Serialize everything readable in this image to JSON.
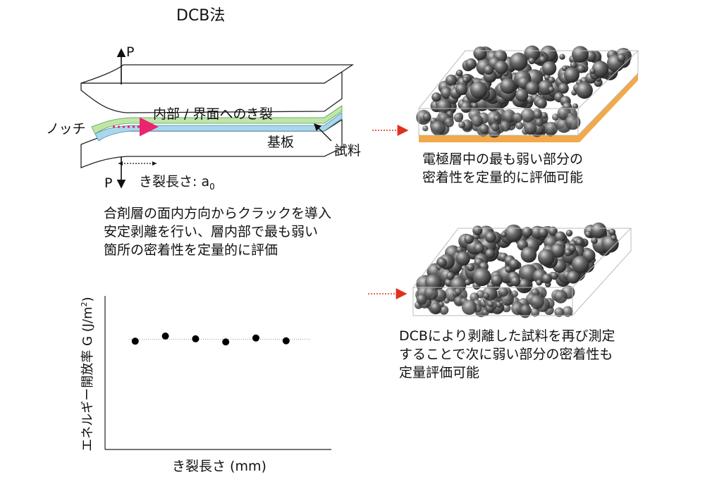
{
  "title": "DCB法",
  "diagram": {
    "force_top": "P",
    "force_bottom": "P",
    "notch": "ノッチ",
    "crack_label": "内部 / 界面へのき裂",
    "substrate": "基板",
    "specimen": "試料",
    "crack_length": "き裂長さ: a",
    "crack_length_sub": "0"
  },
  "description": "合剤層の面内方向からクラックを導入\n安定剥離を行い、層内部で最も弱い\n箇所の密着性を定量的に評価",
  "chart_data": {
    "type": "scatter",
    "xlabel": "き裂長さ (mm)",
    "ylabel": "エネルギー開放率 G (J/m²)",
    "ylabel_main": "エネルギー開放率 G (J/m",
    "ylabel_sup": "2",
    "ylabel_tail": ")",
    "x": [
      1,
      2,
      3,
      4,
      5,
      6
    ],
    "y": [
      0.95,
      1.08,
      1.01,
      0.93,
      1.03,
      0.96
    ],
    "xlim": [
      0,
      7.5
    ],
    "ylim": [
      -1.8,
      2.1
    ],
    "reference_line": 1.0,
    "marker_color": "#000000"
  },
  "panel_top": {
    "caption": "電極層中の最も弱い部分の\n密着性を定量的に評価可能"
  },
  "panel_bottom": {
    "caption": "DCBにより剥離した試料を再び測定\nすることで次に弱い部分の密着性も\n定量評価可能"
  },
  "colors": {
    "substrate_orange": "#f2a94a",
    "arrow_red": "#e0301e",
    "crack_pink": "#e8256e",
    "layer_green": "#bfe6a8",
    "layer_blue": "#a9d8ea",
    "particle_dark": "#4a4a4a"
  }
}
